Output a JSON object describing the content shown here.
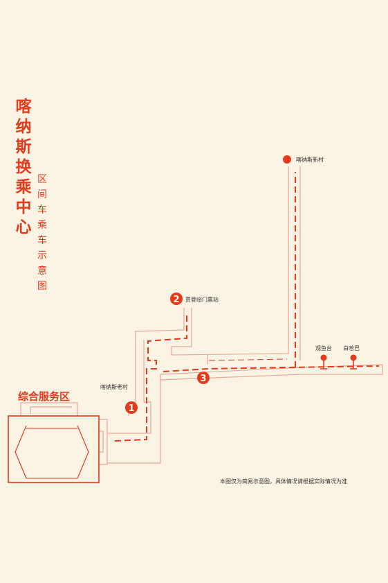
{
  "title": {
    "main": "喀纳斯换乘中心",
    "sub": "区间车乘车示意图"
  },
  "service_area": {
    "label": "综合服务区"
  },
  "stops": [
    {
      "id": "kanas-old-village",
      "name": "喀纳斯老村",
      "number": "1"
    },
    {
      "id": "jiadengyu-ticket-station",
      "name": "贾登峪门票站",
      "number": "2"
    },
    {
      "id": "transfer-3",
      "name": "",
      "number": "3"
    },
    {
      "id": "guanyutai",
      "name": "观鱼台",
      "number": ""
    },
    {
      "id": "baihaba",
      "name": "白哈巴",
      "number": ""
    },
    {
      "id": "kanas-new-village",
      "name": "喀纳斯新村",
      "number": ""
    }
  ],
  "note": "本图仅为简易示意图，具体情况请根据实际情况为准",
  "colors": {
    "background": "#fbf3e4",
    "accent": "#e23a1c",
    "road": "#e5a99b",
    "text": "#333333"
  }
}
